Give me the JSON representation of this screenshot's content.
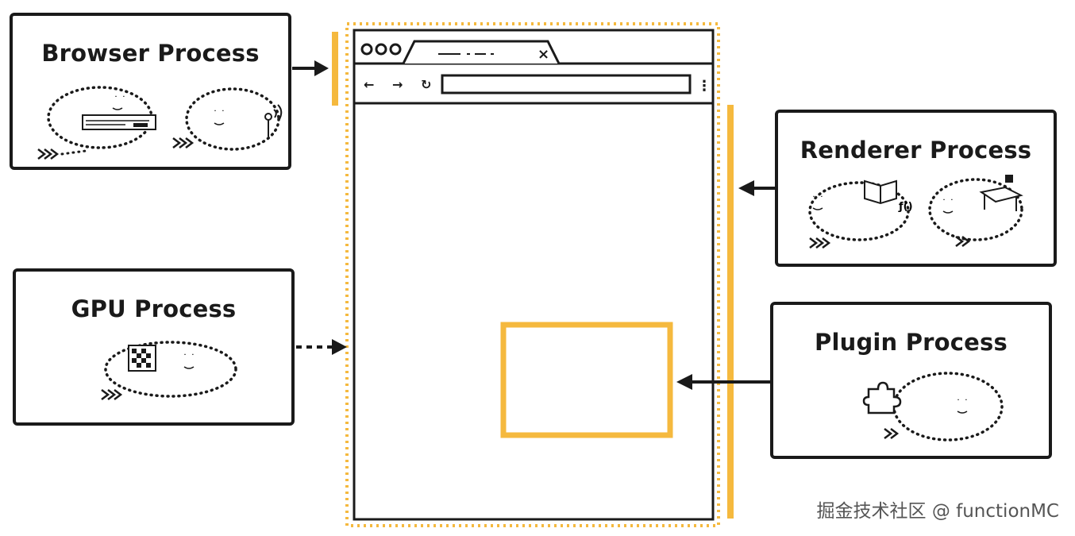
{
  "processes": {
    "browser": {
      "title": "Browser Process"
    },
    "gpu": {
      "title": "GPU Process"
    },
    "renderer": {
      "title": "Renderer Process"
    },
    "plugin": {
      "title": "Plugin Process"
    }
  },
  "browser_window": {
    "tab_close_glyph": "×",
    "nav_back_glyph": "←",
    "nav_forward_glyph": "→",
    "nav_reload_glyph": "↻",
    "menu_glyph": "⋮"
  },
  "colors": {
    "accent": "#f5b93e",
    "outline": "#1a1a1a"
  },
  "watermark": "掘金技术社区 @ functionMC"
}
